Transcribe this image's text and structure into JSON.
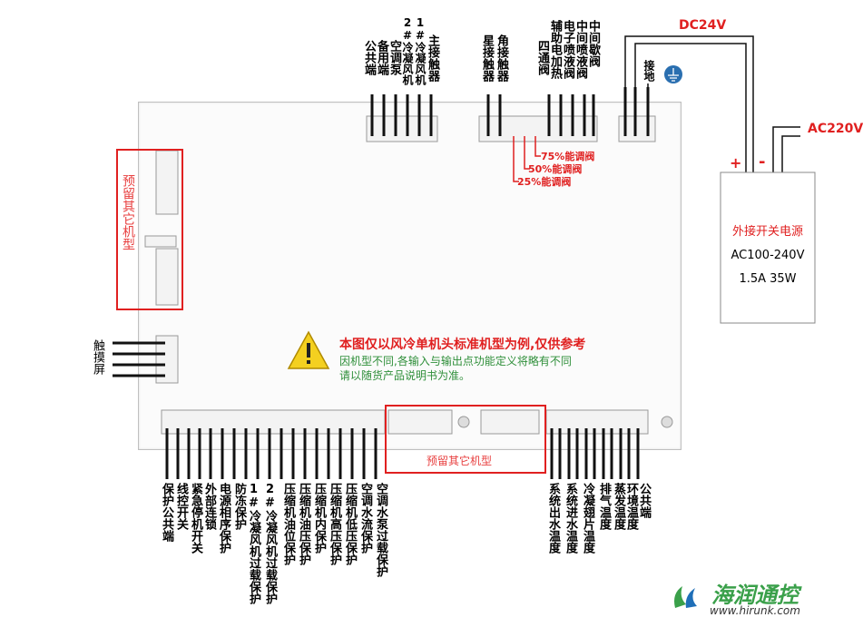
{
  "top_labels": {
    "gonggong": "公共端",
    "beiyong": "备用端",
    "kongtiaobeng": "空调泵",
    "lengningfengji2": "2#冷凝风机",
    "lengningfengji1": "1#冷凝风机",
    "zhujiechuqi": "主接触器",
    "xingjie": "星接触器",
    "jiaojie": "角接触器",
    "sitongfa": "四通阀",
    "fuzhudianjiare": "辅助电加热",
    "dianzipenyefa": "电子喷液阀",
    "zhongjianpenyefa": "中间喷液阀",
    "zhongjianxiefa": "中间歇阀",
    "jiedi": "接地"
  },
  "power": {
    "dc_label": "DC24V",
    "ac_label": "AC220V",
    "plus": "+",
    "minus": "-",
    "box_title": "外接开关电源",
    "box_line1": "AC100-240V",
    "box_line2": "1.5A 35W"
  },
  "reserved": {
    "left_label": "预留其它机型",
    "bottom_label": "预留其它机型"
  },
  "capacity": {
    "c75": "75%能调阀",
    "c50": "50%能调阀",
    "c25": "25%能调阀"
  },
  "touchscreen": "触摸屏",
  "notice": {
    "line1": "本图仅以风冷单机头标准机型为例,仅供参考",
    "line2": "因机型不同,各输入与输出点功能定义将略有不同",
    "line3": "请以随货产品说明书为准。"
  },
  "bottom_labels": [
    "保护公共端",
    "线控开关",
    "紧急停机开关",
    "外部连锁",
    "电源相序保护",
    "防冻保护",
    "1#冷凝风机过载保护",
    "2#冷凝风机过载保护",
    "压缩机油位保护",
    "压缩机油压保护",
    "压缩机内保护",
    "压缩机高压保护",
    "压缩机低压保护",
    "空调水流保护",
    "空调水泵过载保护"
  ],
  "bottom_right_labels": [
    "系统出水温度",
    "系统进水温度",
    "冷凝翅片温度",
    "排气温度",
    "蒸发温度",
    "环境温度",
    "公共端"
  ],
  "logo": {
    "name": "海润通控",
    "url": "www.hirunk.com"
  },
  "colors": {
    "red": "#e02020",
    "green": "#2f8f3a",
    "logo_green": "#3aa04a",
    "logo_blue": "#1f6fb8"
  }
}
